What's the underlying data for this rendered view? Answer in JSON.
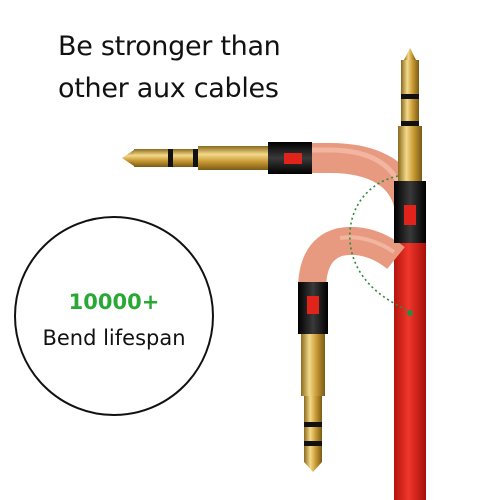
{
  "headline": {
    "line1": "Be stronger than",
    "line2": "other aux cables"
  },
  "badge": {
    "count": "10000+",
    "label": "Bend lifespan",
    "count_color": "#2aa836"
  },
  "colors": {
    "cable_red": "#e0231b",
    "cable_pink": "#e89a80",
    "gold": "#d8b04a",
    "dotted_arc": "#2e8a3c"
  }
}
